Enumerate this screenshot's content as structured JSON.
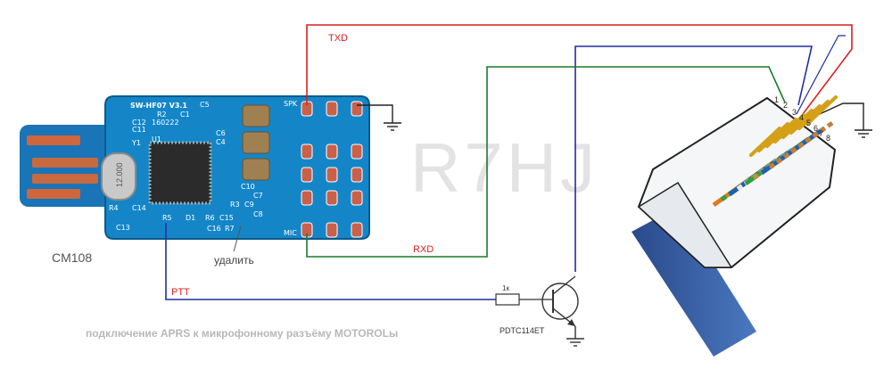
{
  "board": {
    "name": "SW-HF07 V3.1",
    "date": "160222",
    "chip_label": "CM108",
    "crystal": "12.000",
    "refs": [
      "R2",
      "C11",
      "C12",
      "C1",
      "C5",
      "U1",
      "Y1",
      "C6",
      "C4",
      "C10",
      "R4",
      "C14",
      "C13",
      "R5",
      "D1",
      "R6",
      "C15",
      "C16",
      "R7",
      "R3",
      "C9",
      "C8",
      "C7"
    ],
    "spk": "SPK",
    "mic": "MIC",
    "remove_note": "удалить"
  },
  "signals": {
    "txd": "TXD",
    "rxd": "RXD",
    "ptt": "PTT",
    "resistor": "1к",
    "transistor": "PDTC114ET"
  },
  "connector": {
    "pins": [
      "1",
      "2",
      "3",
      "4",
      "5",
      "6",
      "7",
      "8"
    ]
  },
  "watermark": "R7HJ",
  "caption": "подключение APRS к микрофонному разъёму MOTOROLы",
  "colors": {
    "txd": "#d82020",
    "rxd": "#1a7a2a",
    "ptt": "#1e2fa0",
    "pcb": "#1486c8",
    "ground": "#222222"
  }
}
